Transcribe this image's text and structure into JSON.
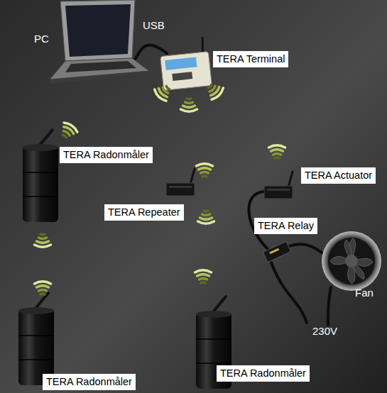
{
  "diagram": {
    "nodes": [
      {
        "text": [
          "TERA Terminal"
        ]
      },
      {
        "text": [
          "TERA Radonmåler"
        ]
      },
      {
        "text": [
          "TERA Actuator"
        ]
      },
      {
        "text": [
          "TERA Repeater"
        ]
      },
      {
        "text": [
          "TERA Relay"
        ]
      },
      {
        "text": [
          "TERA Radonmåler"
        ]
      },
      {
        "text": [
          "TERA Radonmåler"
        ]
      }
    ],
    "labels": [
      "PC",
      "USB",
      "Fan",
      "230V"
    ]
  }
}
